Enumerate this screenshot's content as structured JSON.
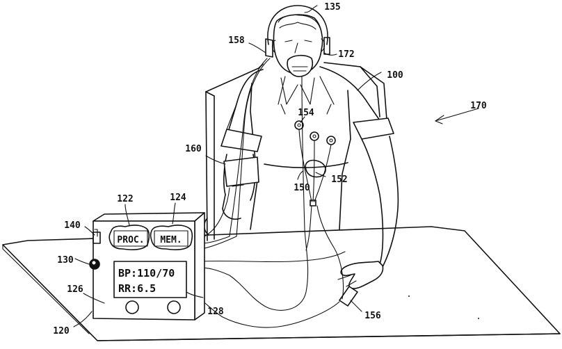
{
  "device": {
    "buttons": [
      "PROC.",
      "MEM."
    ],
    "display_lines": [
      "BP:110/70",
      "RR:6.5"
    ]
  },
  "reference_numerals": {
    "r100": "100",
    "r120": "120",
    "r122": "122",
    "r124": "124",
    "r126": "126",
    "r128": "128",
    "r130": "130",
    "r135": "135",
    "r140": "140",
    "r150": "150",
    "r152": "152",
    "r154": "154",
    "r156": "156",
    "r158": "158",
    "r160": "160",
    "r170": "170",
    "r172": "172"
  }
}
